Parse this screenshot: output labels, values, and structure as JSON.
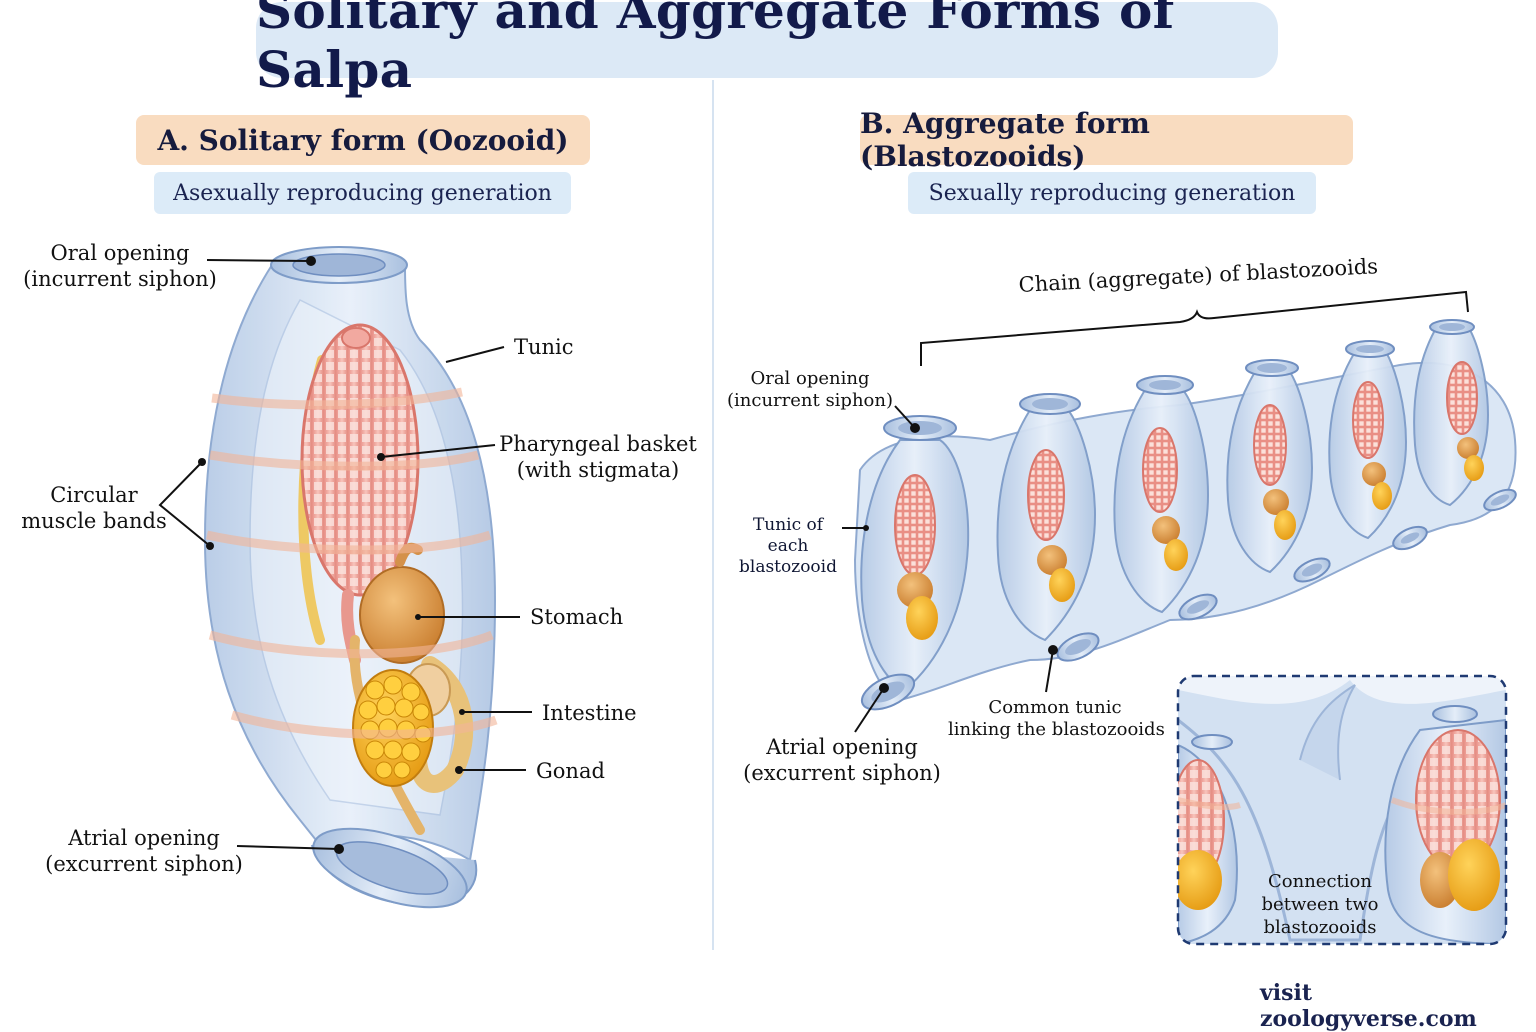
{
  "title": "Solitary and Aggregate Forms of Salpa",
  "panel_a": {
    "heading": "A. Solitary form (Oozooid)",
    "subheading": "Asexually reproducing generation",
    "labels": {
      "oral_1": "Oral opening",
      "oral_2": "(incurrent siphon)",
      "tunic": "Tunic",
      "pharynx_1": "Pharyngeal basket",
      "pharynx_2": "(with stigmata)",
      "muscle_1": "Circular",
      "muscle_2": "muscle bands",
      "stomach": "Stomach",
      "intestine": "Intestine",
      "gonad": "Gonad",
      "atrial_1": "Atrial opening",
      "atrial_2": "(excurrent siphon)"
    }
  },
  "panel_b": {
    "heading": "B. Aggregate form (Blastozooids)",
    "subheading": "Sexually reproducing generation",
    "labels": {
      "chain": "Chain (aggregate) of blastozooids",
      "oral_1": "Oral opening",
      "oral_2": "(incurrent siphon)",
      "tunic_1": "Tunic of",
      "tunic_2": "each blastozooid",
      "common_1": "Common tunic",
      "common_2": "linking the blastozooids",
      "atrial_1": "Atrial opening",
      "atrial_2": "(excurrent siphon)"
    },
    "inset": {
      "line1": "Connection",
      "line2": "between two",
      "line3": "blastozooids"
    }
  },
  "footer": "visit zoologyverse.com",
  "colors": {
    "title_bg": "#dce9f6",
    "heading_bg": "#f9dcc0",
    "subheading_bg": "#dcebf8",
    "tunic": "#c9daf0",
    "pharynx": "#f2a9a0",
    "gut": "#e6a653",
    "gonad": "#f1b52a"
  }
}
